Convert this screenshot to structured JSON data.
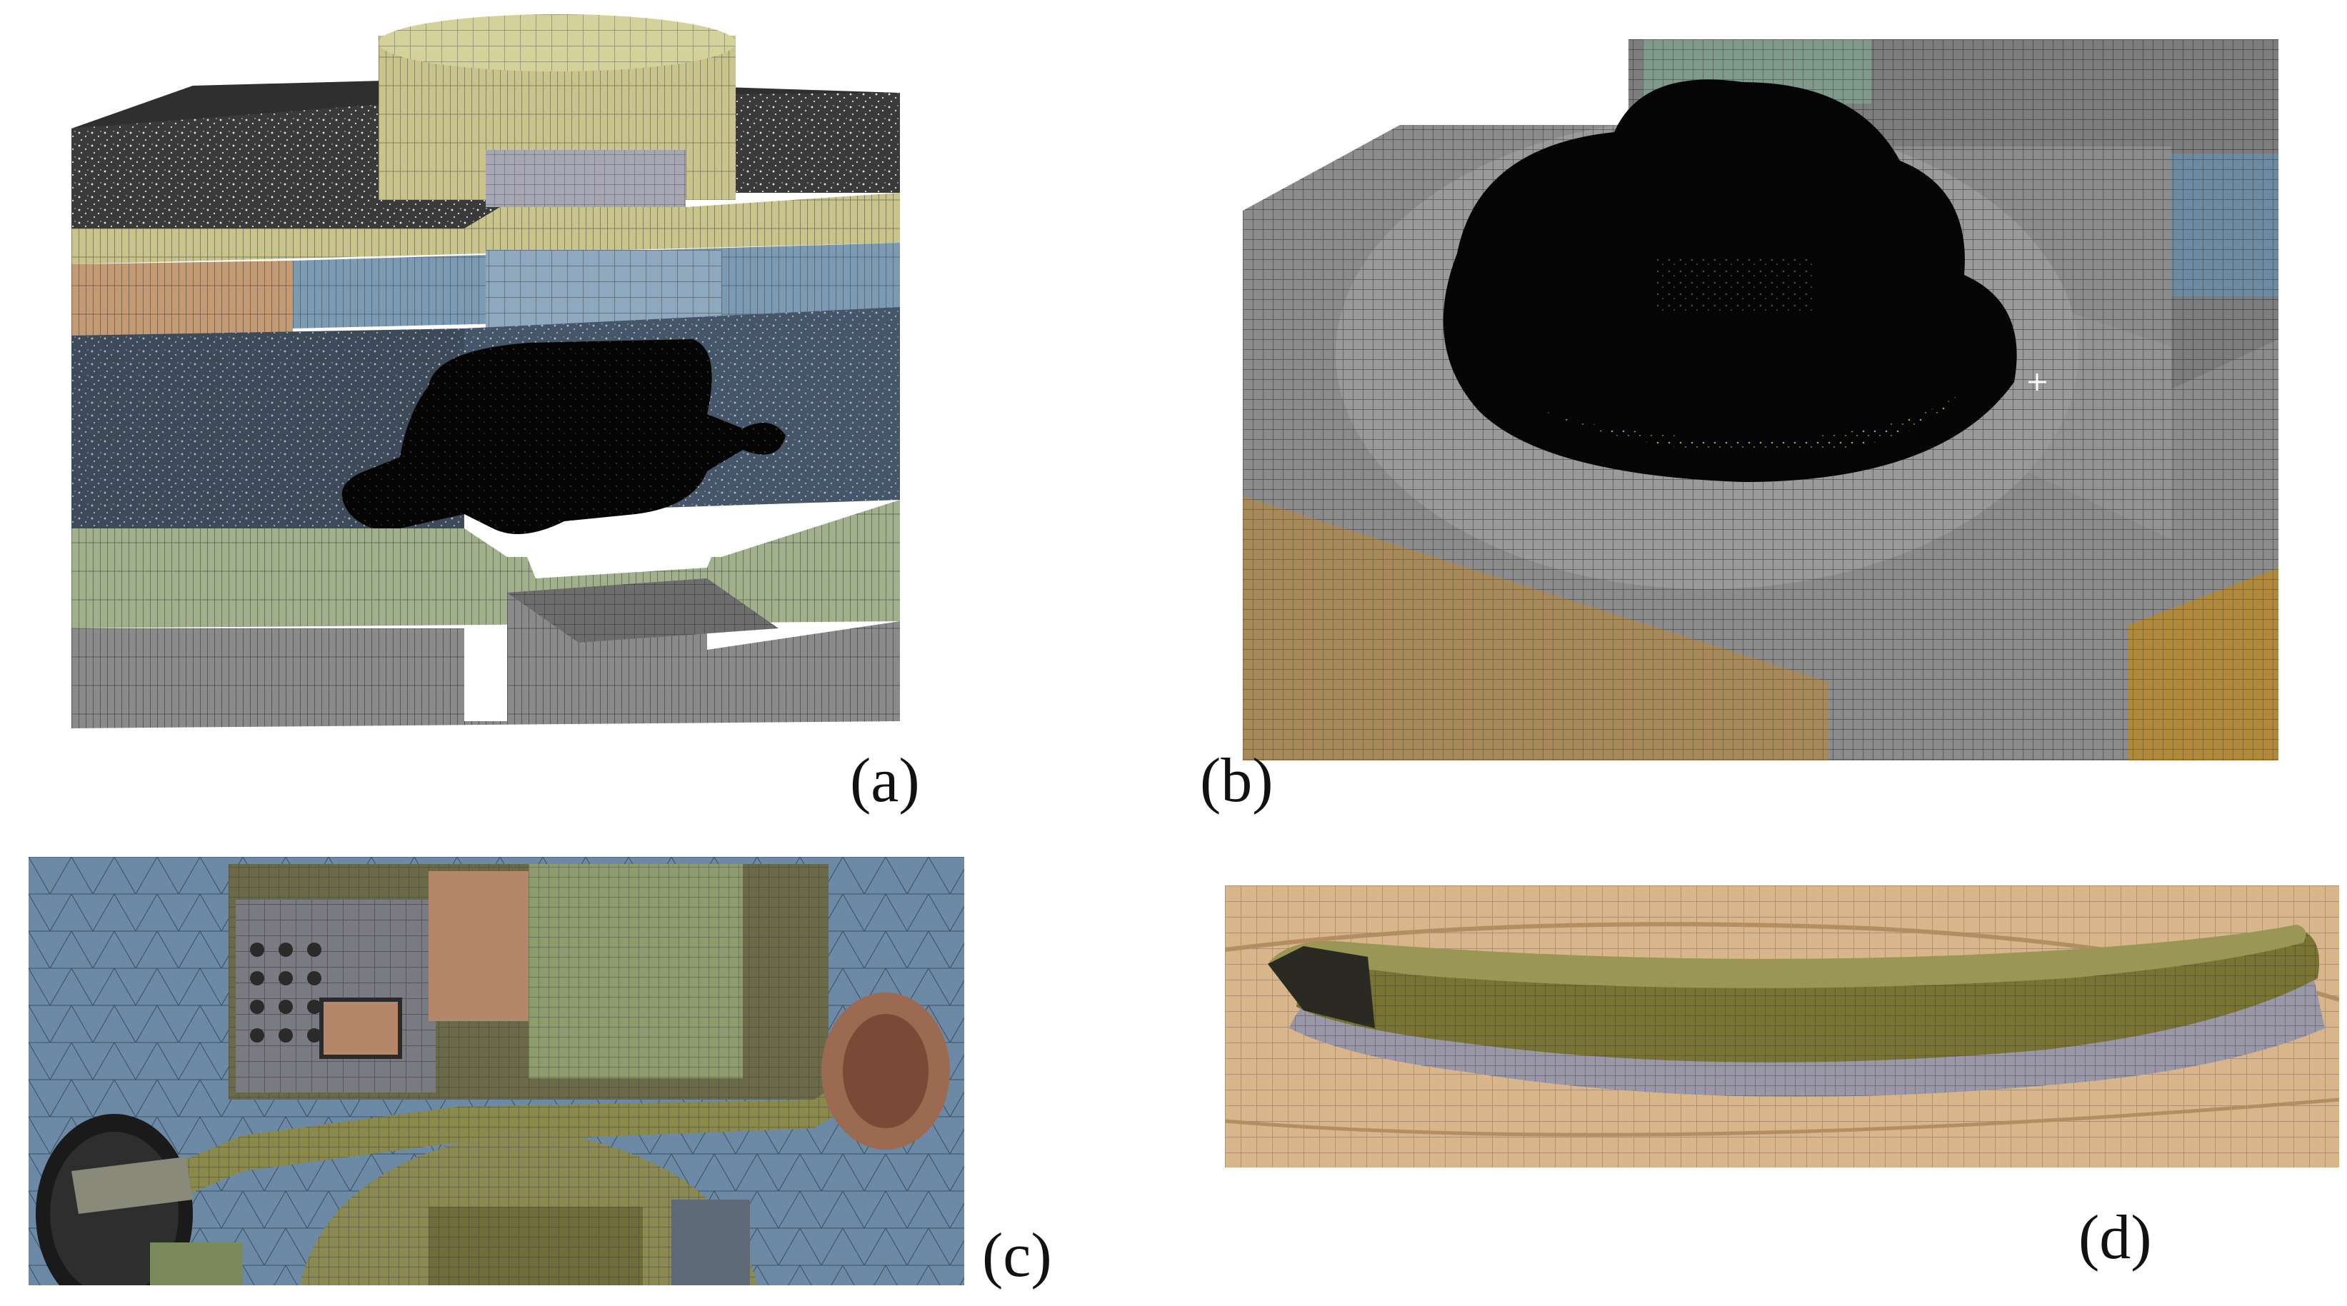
{
  "panels": [
    {
      "id": "a",
      "label": "(a)",
      "subject": "full-block-mesh-cutaway"
    },
    {
      "id": "b",
      "label": "(b)",
      "subject": "pit-hexahedral-mesh-closeup"
    },
    {
      "id": "c",
      "label": "(c)",
      "subject": "turbine-assembly-tetrahedral-mesh"
    },
    {
      "id": "d",
      "label": "(d)",
      "subject": "curved-seal-ring-mesh"
    }
  ],
  "colors": {
    "mesh_gray": "#8a8a8a",
    "mesh_dark": "#2b2b2b",
    "mesh_yellow": "#c9c48a",
    "mesh_tan": "#c49a72",
    "mesh_blue": "#7b9ab3",
    "mesh_darkblue": "#3c4a59",
    "mesh_green": "#9fb08a",
    "mesh_olive": "#8c8a4a",
    "mesh_slate": "#6c8aa6",
    "mesh_sand": "#d9b58c",
    "cavity_black": "#050505"
  }
}
